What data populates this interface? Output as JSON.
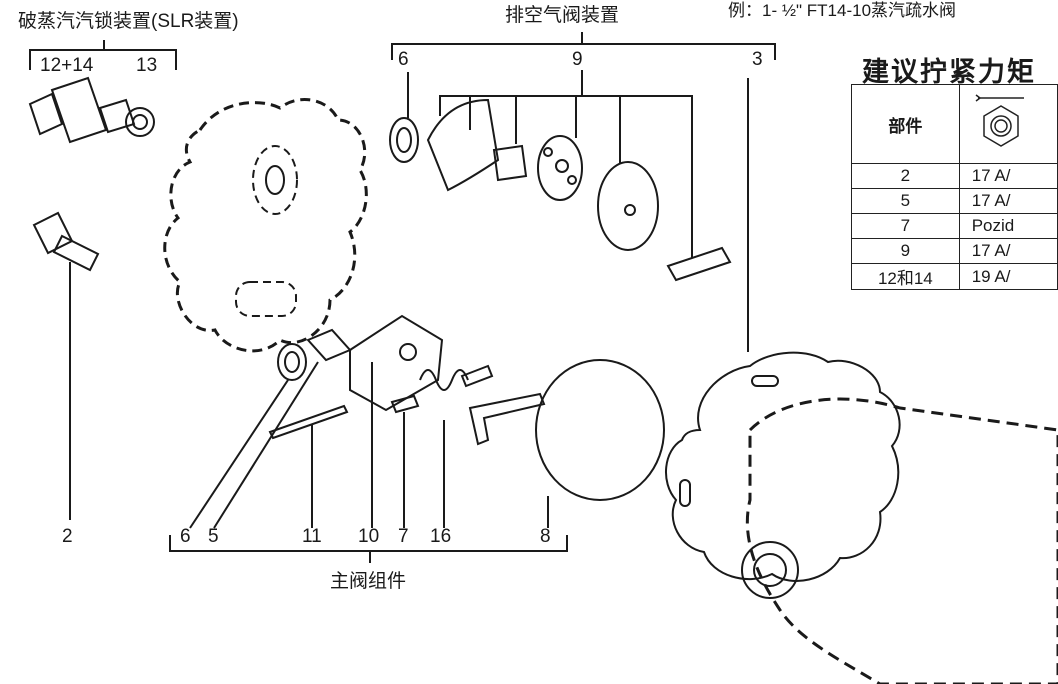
{
  "headings": {
    "slr": "破蒸汽汽锁装置(SLR装置)",
    "vent": "排空气阀装置",
    "main": "主阀组件",
    "top_note": "例：1- ½\" FT14-10蒸汽疏水阀"
  },
  "slr_labels": [
    "12+14",
    "13"
  ],
  "vent_labels": [
    "6",
    "9",
    "3"
  ],
  "left_labels": [
    "2"
  ],
  "main_labels": [
    "6",
    "5",
    "11",
    "10",
    "7",
    "16",
    "8"
  ],
  "torque": {
    "title": "建议拧紧力矩",
    "col_part": "部件",
    "rows": [
      {
        "part": "2",
        "value": "17 A/"
      },
      {
        "part": "5",
        "value": "17 A/"
      },
      {
        "part": "7",
        "value": "Pozid"
      },
      {
        "part": "9",
        "value": "17 A/"
      },
      {
        "part": "12和14",
        "value": "19 A/"
      }
    ]
  }
}
